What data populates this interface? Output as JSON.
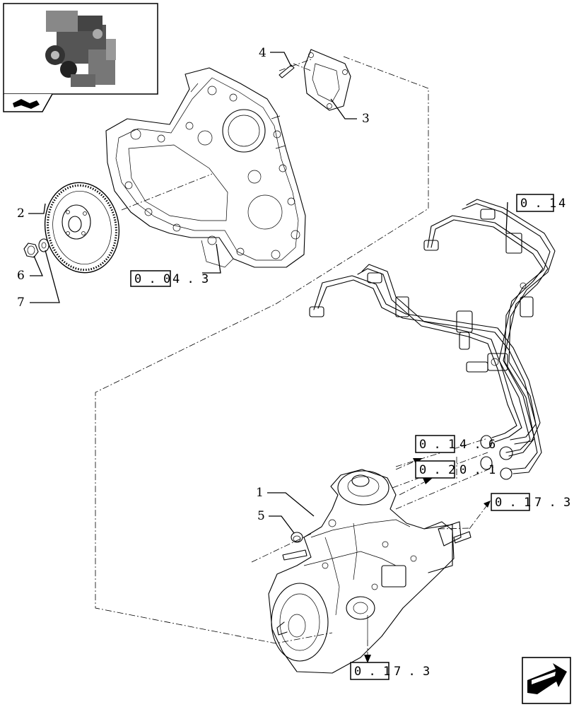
{
  "thumbnail": {
    "icon": "engine-thumbnail-icon",
    "nav_icon": "book-arrow-icon"
  },
  "callouts": {
    "c1": "1",
    "c2": "2",
    "c3": "3",
    "c4": "4",
    "c5": "5",
    "c6": "6",
    "c7": "7"
  },
  "refs": {
    "r1_box": "0 . 1",
    "r1_tail": "4",
    "r2_box": "0 . 0",
    "r2_tail": "4 . 3",
    "r3_box": "0 . 1",
    "r3_tail": "4 . 6",
    "r4_box": "0 . 2",
    "r4_tail": "0 . 1",
    "r5_box": "0 . 1",
    "r5_tail": "7 . 3",
    "r6_box": "0 . 1",
    "r6_tail": "7 . 3"
  },
  "nav": {
    "next_icon": "next-page-arrow-icon"
  }
}
